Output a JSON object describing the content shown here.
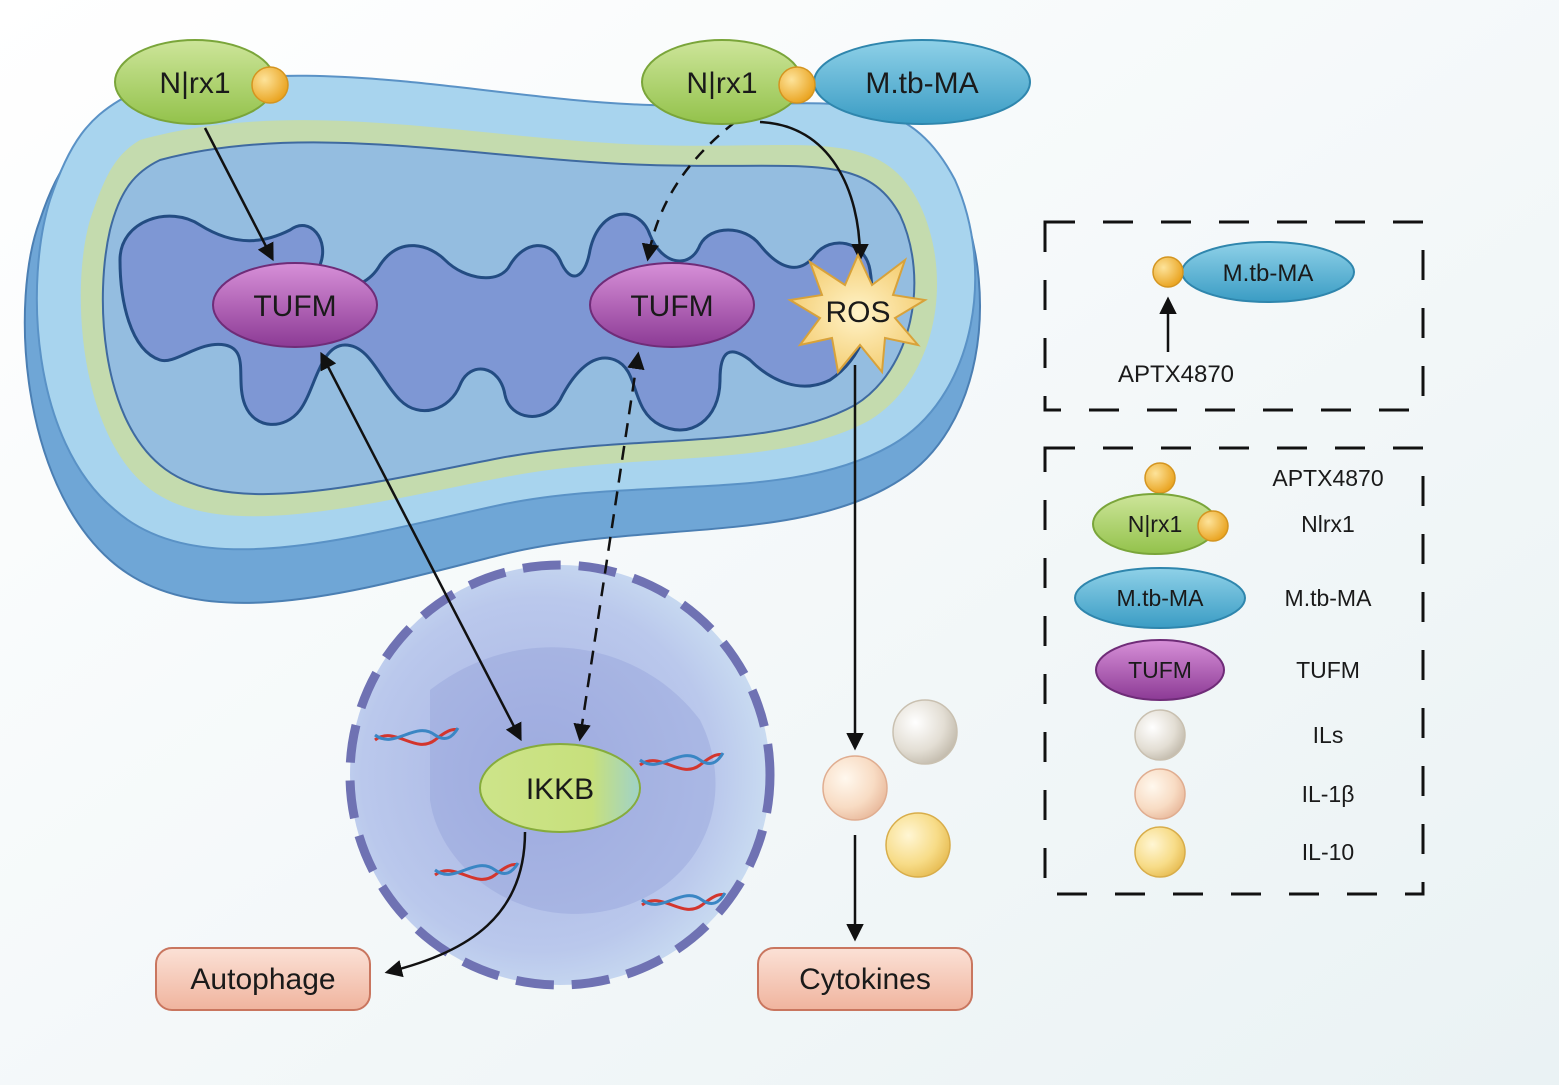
{
  "colors": {
    "background": "#f4f8f9",
    "mito_outer": "#7fb3dc",
    "mito_inner": "#a9d4ee",
    "mito_matrix": "#8fb8dc",
    "crista": "#7c97d6",
    "crista_stroke": "#2a5387",
    "band_green": "#c9dca4",
    "nucleus": "#b7c4e8",
    "nucleus_border": "#7578b8",
    "nlrx1": "#a9cf62",
    "mtb_ma": "#4aaed0",
    "tufm": "#a54bab",
    "ros": "#f5d27a",
    "ikkb": "#c4de78",
    "dot": "#f3b433",
    "il_gray": "#d9d3c8",
    "il_1b": "#f6d2b8",
    "il_10": "#f5d577",
    "box_fill": "#f6c7b4",
    "box_stroke": "#cf7e66",
    "arrow": "#111111"
  },
  "diagram": {
    "nodes": {
      "nlrx1_left": "N|rx1",
      "nlrx1_right": "N|rx1",
      "mtb_ma": "M.tb-MA",
      "tufm_left": "TUFM",
      "tufm_right": "TUFM",
      "ros": "ROS",
      "ikkb": "IKKB",
      "autophage": "Autophage",
      "cytokines": "Cytokines"
    },
    "edges": [
      {
        "from": "nlrx1_left",
        "to": "tufm_left",
        "style": "solid"
      },
      {
        "from": "nlrx1_right",
        "to": "tufm_right",
        "style": "dashed"
      },
      {
        "from": "nlrx1_right",
        "to": "ros",
        "style": "solid"
      },
      {
        "from": "tufm_left",
        "to": "ikkb",
        "style": "solid",
        "bidirectional": true
      },
      {
        "from": "tufm_right",
        "to": "ikkb",
        "style": "dashed",
        "bidirectional": true
      },
      {
        "from": "ros",
        "to": "cytokines",
        "style": "solid"
      },
      {
        "from": "ikkb",
        "to": "autophage",
        "style": "solid"
      }
    ]
  },
  "inset": {
    "mtb_ma": "M.tb-MA",
    "aptx": "APTX4870"
  },
  "legend": {
    "items": [
      {
        "symbol": "",
        "label": "APTX4870",
        "icon": "yellow-dot-icon"
      },
      {
        "symbol": "N|rx1",
        "label": "Nlrx1",
        "icon": "green-oval-icon"
      },
      {
        "symbol": "M.tb-MA",
        "label": "M.tb-MA",
        "icon": "blue-oval-icon"
      },
      {
        "symbol": "TUFM",
        "label": "TUFM",
        "icon": "purple-oval-icon"
      },
      {
        "symbol": "",
        "label": "ILs",
        "icon": "gray-sphere-icon"
      },
      {
        "symbol": "",
        "label": "IL-1β",
        "icon": "peach-sphere-icon"
      },
      {
        "symbol": "",
        "label": "IL-10",
        "icon": "yellow-sphere-icon"
      }
    ]
  }
}
